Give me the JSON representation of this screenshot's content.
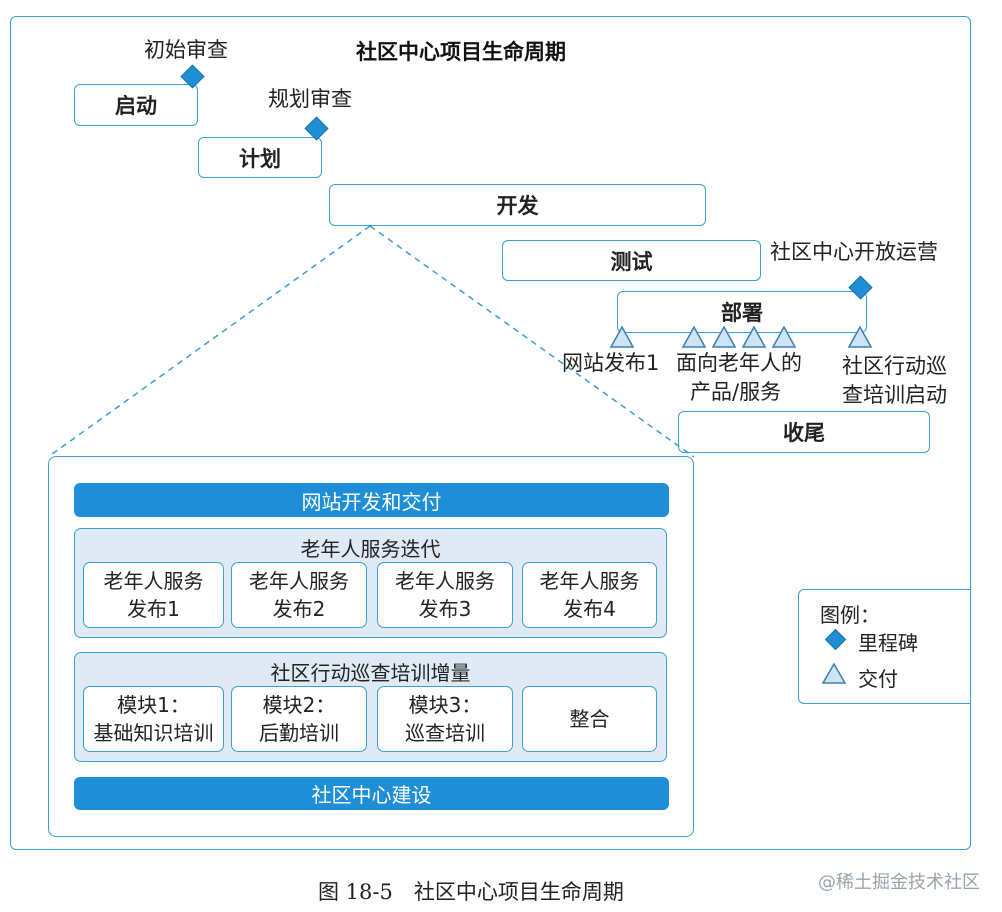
{
  "title": "社区中心项目生命周期",
  "phases": {
    "initiate": "启动",
    "plan": "计划",
    "develop": "开发",
    "test": "测试",
    "deploy": "部署",
    "close": "收尾"
  },
  "milestones": {
    "initial_review": "初始审查",
    "planning_review": "规划审查",
    "center_open": "社区中心开放运营"
  },
  "deliveries": {
    "website_release": "网站发布1",
    "elderly_products_line1": "面向老年人的",
    "elderly_products_line2": "产品/服务",
    "patrol_training_line1": "社区行动巡",
    "patrol_training_line2": "查培训启动"
  },
  "detail": {
    "website_bar": "网站开发和交付",
    "elderly_group": {
      "title": "老年人服务迭代",
      "cards": [
        {
          "line1": "老年人服务",
          "line2": "发布1"
        },
        {
          "line1": "老年人服务",
          "line2": "发布2"
        },
        {
          "line1": "老年人服务",
          "line2": "发布3"
        },
        {
          "line1": "老年人服务",
          "line2": "发布4"
        }
      ]
    },
    "patrol_group": {
      "title": "社区行动巡查培训增量",
      "cards": [
        {
          "line1": "模块1：",
          "line2": "基础知识培训"
        },
        {
          "line1": "模块2：",
          "line2": "后勤培训"
        },
        {
          "line1": "模块3：",
          "line2": "巡查培训"
        },
        {
          "line1": "整合",
          "line2": ""
        }
      ]
    },
    "construction_bar": "社区中心建设"
  },
  "legend": {
    "title": "图例：",
    "milestone": "里程碑",
    "delivery": "交付"
  },
  "caption": "图 18-5　社区中心项目生命周期",
  "watermark": "@稀土掘金技术社区",
  "colors": {
    "accent": "#1e8fd6",
    "border": "#3a9fd0",
    "group_fill": "#dfeaf6",
    "triangle_fill": "#cfe3f2"
  }
}
